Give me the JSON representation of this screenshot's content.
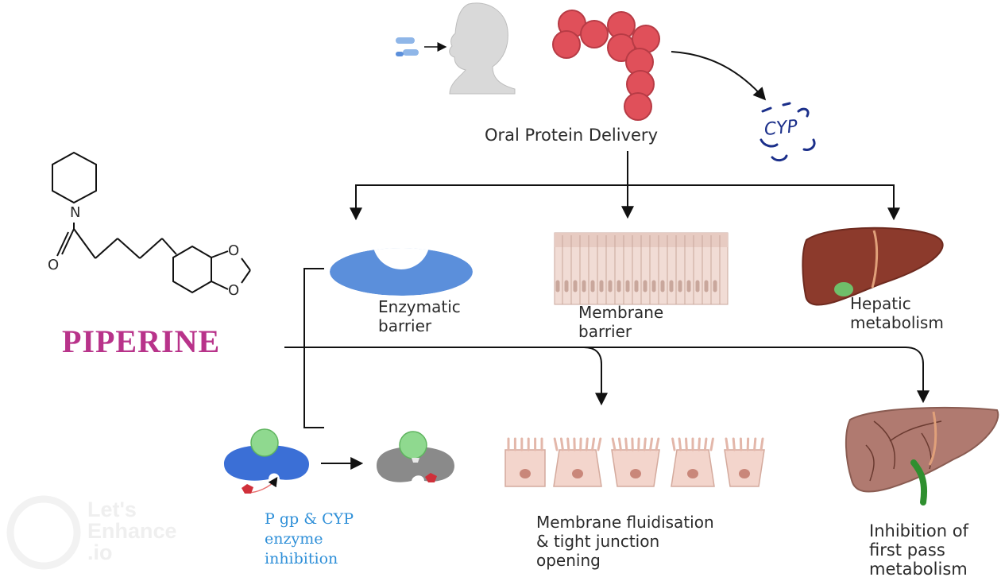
{
  "title": "Oral Protein Delivery",
  "compound": {
    "name": "PIPERINE",
    "color": "#b8338a"
  },
  "structure_atoms": {
    "n": "N",
    "o_carbonyl": "O",
    "o_ring_1": "O",
    "o_ring_2": "O"
  },
  "enzyme_mark": "CYP",
  "barriers": [
    {
      "id": "enzymatic",
      "line1": "Enzymatic",
      "line2": "barrier"
    },
    {
      "id": "membrane",
      "line1": "Membrane",
      "line2": "barrier"
    },
    {
      "id": "hepatic",
      "line1": "Hepatic",
      "line2": "metabolism"
    }
  ],
  "effects": [
    {
      "id": "pgp",
      "line1": "P gp & CYP",
      "line2": "enzyme",
      "line3": "inhibition"
    },
    {
      "id": "fluid",
      "line1": "Membrane fluidisation",
      "line2": "& tight junction",
      "line3": "opening"
    },
    {
      "id": "firstpass",
      "line1": "Inhibition of",
      "line2": "first pass",
      "line3": "metabolism"
    }
  ],
  "watermark": {
    "line1": "Let's",
    "line2": "Enhance",
    "line3": ".io"
  },
  "colors": {
    "enzyme_blue": "#5b8fdb",
    "protein_red": "#e0505a",
    "liver_brown": "#8c3a2c",
    "liver_pink": "#b07a70",
    "cell_fill": "#f3d5cc",
    "pgp_green": "#8fd98f",
    "label_blue": "#2e8fd8"
  }
}
